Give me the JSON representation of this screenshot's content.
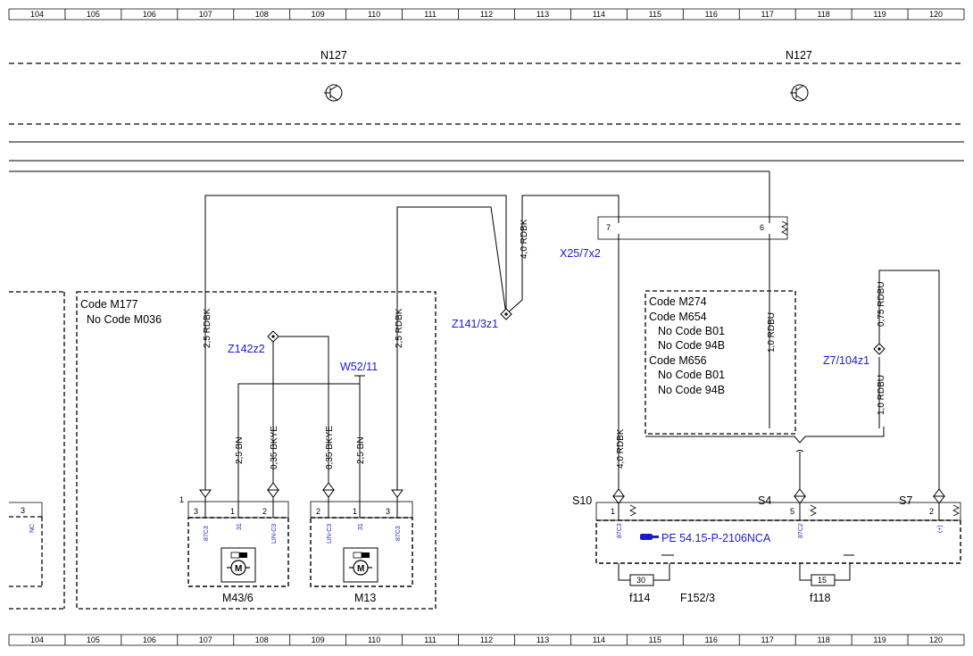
{
  "ruler": [
    "104",
    "105",
    "106",
    "107",
    "108",
    "109",
    "110",
    "111",
    "112",
    "113",
    "114",
    "115",
    "116",
    "117",
    "118",
    "119",
    "120"
  ],
  "control_units": [
    "N127",
    "N127"
  ],
  "code_block_left": {
    "title": "Code M177",
    "subtitle": "No Code M036"
  },
  "code_block_right": {
    "lines": [
      "Code M274",
      "Code M654",
      "No Code B01",
      "No Code 94B",
      "Code M656",
      "No Code B01",
      "No Code 94B"
    ]
  },
  "connectors": {
    "x25": "X25/7x2",
    "z141": "Z141/3z1",
    "z142": "Z142z2",
    "w52": "W52/11",
    "z7": "Z7/104z1"
  },
  "wires": {
    "w1": "2,5 RDBK",
    "w2": "4,0 RDBK",
    "w3": "2,5 RDBK",
    "w4": "2,5 BN",
    "w5": "0,35 BKYE",
    "w6": "0,35 BKYE",
    "w7": "2,5 BN",
    "w8": "4,0 RDBK",
    "w9": "1,0 RDBU",
    "w10": "0,75 RDBU",
    "w11": "1,0 RDBU"
  },
  "x25_pins": [
    "7",
    "6"
  ],
  "motor_left": {
    "name": "M43/6",
    "pins": [
      "3",
      "1",
      "2"
    ],
    "signals": [
      "87C3",
      "31",
      "LIN-C3"
    ],
    "corner": "1"
  },
  "motor_right": {
    "name": "M13",
    "pins": [
      "2",
      "1",
      "3"
    ],
    "signals": [
      "LIN-C3",
      "31",
      "87C3"
    ]
  },
  "left_block": {
    "pin": "3",
    "signal": "NC"
  },
  "fuse_box": {
    "ref": "PE 54.15-P-2106NCA",
    "name": "F152/3",
    "terminals": [
      {
        "label": "S10",
        "pin": "1",
        "signal": "87C3"
      },
      {
        "label": "S4",
        "pin": "5",
        "signal": "87C2"
      },
      {
        "label": "S7",
        "pin": "2",
        "signal": "(+)"
      }
    ],
    "fuses": [
      {
        "name": "f114",
        "rating": "30"
      },
      {
        "name": "f118",
        "rating": "15"
      }
    ]
  }
}
